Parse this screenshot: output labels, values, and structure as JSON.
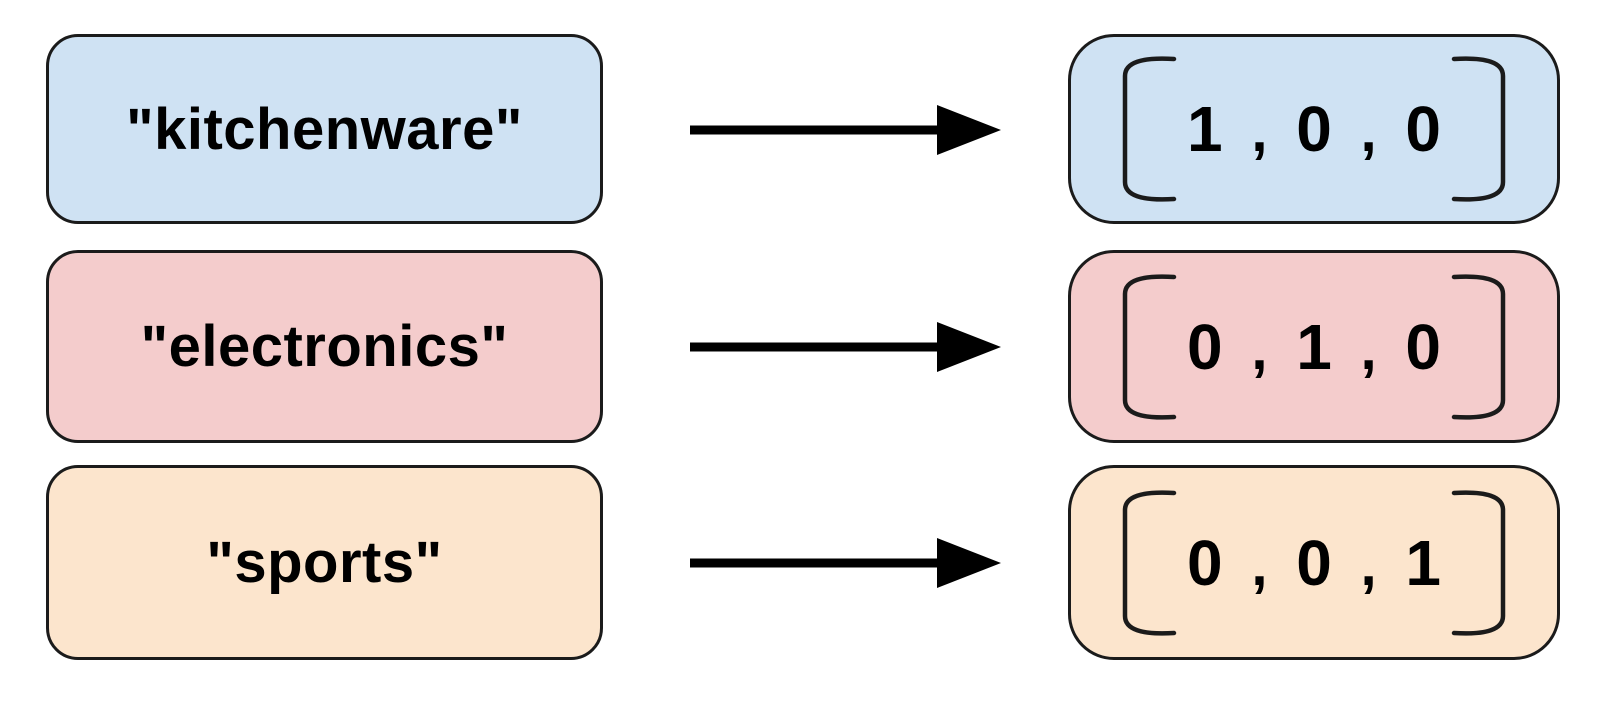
{
  "diagram": {
    "comma": ",",
    "rows": [
      {
        "label": "\"kitchenware\"",
        "vector": [
          "1",
          "0",
          "0"
        ],
        "fill": "#cfe2f3"
      },
      {
        "label": "\"electronics\"",
        "vector": [
          "0",
          "1",
          "0"
        ],
        "fill": "#f4cccc"
      },
      {
        "label": "\"sports\"",
        "vector": [
          "0",
          "0",
          "1"
        ],
        "fill": "#fce5cd"
      }
    ],
    "colors": {
      "background": "#ffffff",
      "box_border": "#1b1b1b",
      "arrow": "#000000",
      "text": "#000000"
    }
  }
}
